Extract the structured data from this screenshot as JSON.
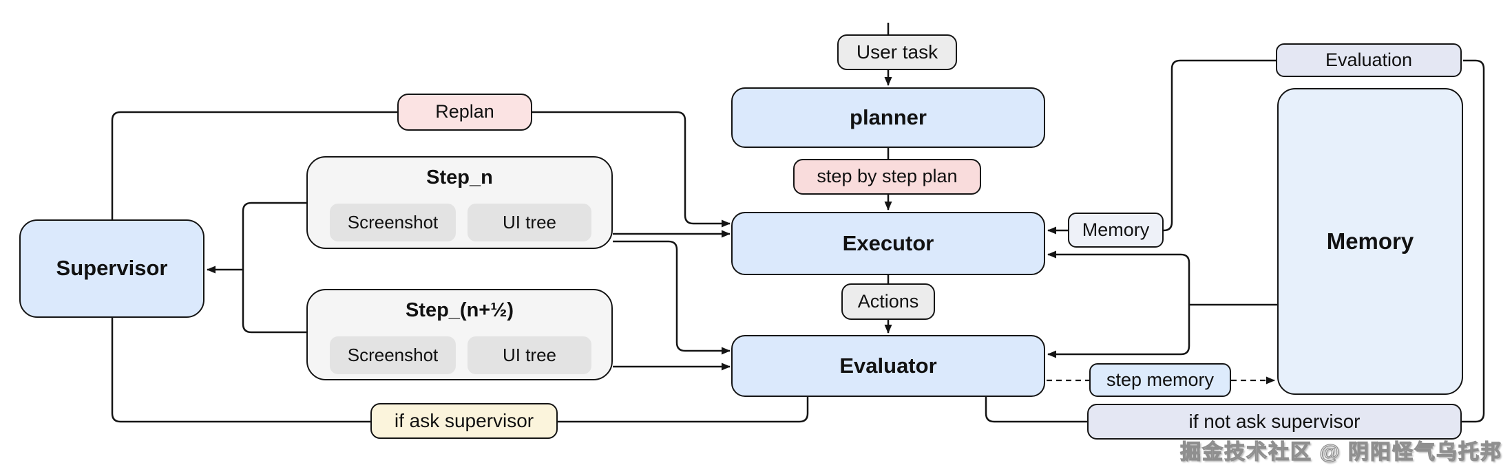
{
  "diagram": {
    "nodes": {
      "user_task": {
        "label": "User task"
      },
      "planner": {
        "label": "planner"
      },
      "step_by_step_plan": {
        "label": "step by step plan"
      },
      "executor": {
        "label": "Executor"
      },
      "actions": {
        "label": "Actions"
      },
      "evaluator": {
        "label": "Evaluator"
      },
      "supervisor": {
        "label": "Supervisor"
      },
      "replan": {
        "label": "Replan"
      },
      "step_n": {
        "title": "Step_n",
        "chips": [
          "Screenshot",
          "UI tree"
        ]
      },
      "step_n_half": {
        "title": "Step_(n+½)",
        "chips": [
          "Screenshot",
          "UI tree"
        ]
      },
      "if_ask_supervisor": {
        "label": "if ask supervisor"
      },
      "memory_feed": {
        "label": "Memory"
      },
      "memory_store": {
        "label": "Memory"
      },
      "evaluation": {
        "label": "Evaluation"
      },
      "step_memory": {
        "label": "step memory"
      },
      "if_not_ask_supervisor": {
        "label": "if not ask supervisor"
      }
    },
    "edges": [
      {
        "from": "user_task",
        "to": "planner",
        "style": "solid-arrow"
      },
      {
        "from": "planner",
        "to": "executor",
        "via": "step_by_step_plan",
        "style": "solid-arrow"
      },
      {
        "from": "executor",
        "to": "evaluator",
        "via": "actions",
        "style": "solid-arrow"
      },
      {
        "from": "supervisor",
        "to": "executor",
        "via": "replan",
        "style": "solid-arrow"
      },
      {
        "from": "step_n",
        "to": "executor",
        "style": "solid-arrow"
      },
      {
        "from": "step_n",
        "to": "evaluator",
        "style": "solid-arrow"
      },
      {
        "from": "step_n_half",
        "to": "evaluator",
        "style": "solid-arrow"
      },
      {
        "from": "step_n",
        "to": "supervisor",
        "style": "solid-arrow"
      },
      {
        "from": "step_n_half",
        "to": "supervisor",
        "style": "solid-arrow"
      },
      {
        "from": "evaluator",
        "to": "supervisor",
        "via": "if_ask_supervisor",
        "style": "solid"
      },
      {
        "from": "evaluator",
        "to": "evaluation",
        "via": "if_not_ask_supervisor",
        "style": "solid"
      },
      {
        "from": "evaluation",
        "to": "memory_feed",
        "style": "solid"
      },
      {
        "from": "memory_feed",
        "to": "executor",
        "style": "solid-arrow"
      },
      {
        "from": "memory_store",
        "to": "executor",
        "style": "solid-arrow"
      },
      {
        "from": "memory_store",
        "to": "evaluator",
        "style": "solid-arrow"
      },
      {
        "from": "evaluator",
        "to": "memory_store",
        "via": "step_memory",
        "style": "dashed-arrow"
      }
    ],
    "colors": {
      "node_blue": "#dbe9fc",
      "memory_store_blue": "#e7f0fb",
      "memory_feed_blue": "#eef1f8",
      "lavender": "#e4e7f3",
      "step_memory_blue": "#ddebfc",
      "pink": "#fbe3e3",
      "gray": "#ececec",
      "cream": "#fbf4dc",
      "step_panel_gray": "#f5f5f5",
      "chip_gray": "#e3e3e3",
      "line": "#141414"
    },
    "watermark": "掘金技术社区 @ 阴阳怪气乌托邦"
  }
}
